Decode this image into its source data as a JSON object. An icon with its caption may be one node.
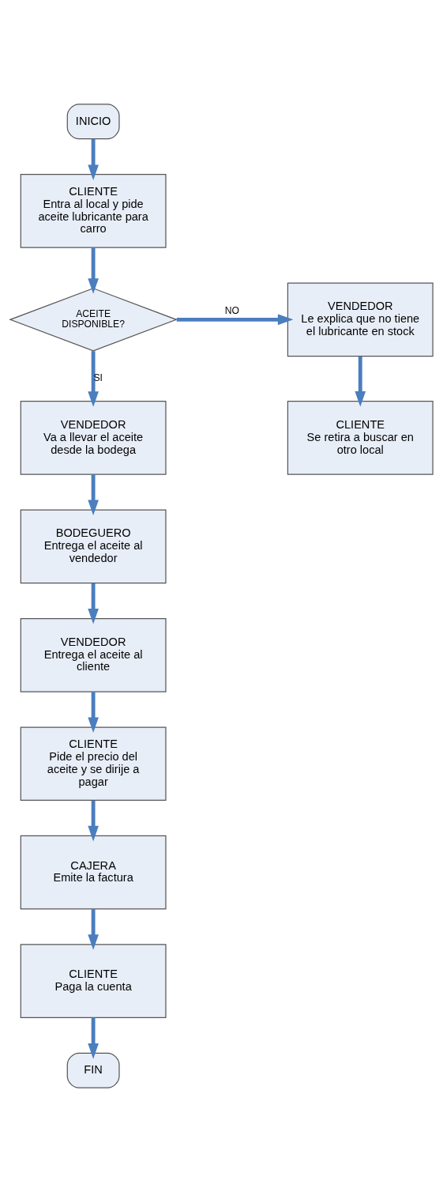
{
  "diagram": {
    "nodes": [
      {
        "text": [
          "INICIO"
        ]
      },
      {
        "text": [
          "CLIENTE",
          "Entra al local y pide aceite lubricante para carro"
        ]
      },
      {
        "text": [
          "ACEITE DISPONIBLE?"
        ]
      },
      {
        "text": [
          "VENDEDOR",
          "Le explica que no tiene el lubricante en stock"
        ]
      },
      {
        "text": [
          "CLIENTE",
          "Se retira a buscar en otro local"
        ]
      },
      {
        "text": [
          "VENDEDOR",
          "Va a llevar el aceite desde la bodega"
        ]
      },
      {
        "text": [
          "BODEGUERO",
          "Entrega el aceite al vendedor"
        ]
      },
      {
        "text": [
          "VENDEDOR",
          "Entrega el aceite al cliente"
        ]
      },
      {
        "text": [
          "CLIENTE",
          "Pide el precio del aceite y se dirije a pagar"
        ]
      },
      {
        "text": [
          "CAJERA",
          "Emite la factura"
        ]
      },
      {
        "text": [
          "CLIENTE",
          "Paga la cuenta"
        ]
      },
      {
        "text": [
          "FIN"
        ]
      }
    ],
    "edges": [
      {
        "from": 0,
        "to": 1,
        "arrow": "to"
      },
      {
        "from": 1,
        "to": 2,
        "arrow": "to"
      },
      {
        "from": 2,
        "to": 3,
        "arrow": "to",
        "label": "NO"
      },
      {
        "from": 3,
        "to": 4,
        "arrow": "to"
      },
      {
        "from": 2,
        "to": 5,
        "arrow": "to",
        "label": "SI"
      },
      {
        "from": 5,
        "to": 6,
        "arrow": "to"
      },
      {
        "from": 6,
        "to": 7,
        "arrow": "to"
      },
      {
        "from": 7,
        "to": 8,
        "arrow": "to"
      },
      {
        "from": 8,
        "to": 9,
        "arrow": "to"
      },
      {
        "from": 9,
        "to": 10,
        "arrow": "to"
      },
      {
        "from": 10,
        "to": 11,
        "arrow": "to"
      }
    ]
  }
}
